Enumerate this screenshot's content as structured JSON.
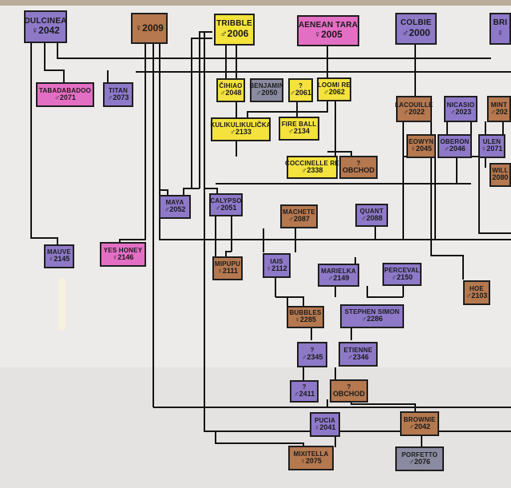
{
  "nodes": {
    "dulcinea": {
      "name": "DULCINEA",
      "id": "♀2042",
      "color": "p"
    },
    "top_2009": {
      "name": "",
      "id": "♀2009",
      "color": "o"
    },
    "tribble": {
      "name": "TRIBBLE",
      "id": "♂2006",
      "color": "y"
    },
    "aenean_tara": {
      "name": "AENEAN TARA",
      "id": "♀2005",
      "color": "k"
    },
    "colbie": {
      "name": "COLBIE",
      "id": "♂2000",
      "color": "p"
    },
    "bri": {
      "name": "BRI",
      "id": "♀",
      "color": "p"
    },
    "tabadabadoo": {
      "name": "TABADABADOO",
      "id": "♂2071",
      "color": "k"
    },
    "titan": {
      "name": "TITAN",
      "id": "♂2073",
      "color": "p"
    },
    "cihiao": {
      "name": "ČIHIAO",
      "id": "♂2048",
      "color": "y"
    },
    "benjamin": {
      "name": "BENJAMIN",
      "id": "♂2050",
      "color": "g"
    },
    "q2061": {
      "name": "?",
      "id": "♂2061",
      "color": "y"
    },
    "loomi_re": {
      "name": "LOOMI RE",
      "id": "♂2062",
      "color": "y"
    },
    "lacouille": {
      "name": "LACOUILLE",
      "id": "♂2022",
      "color": "o"
    },
    "nicasio": {
      "name": "NICASIO",
      "id": "♂2023",
      "color": "p"
    },
    "mint": {
      "name": "MINT",
      "id": "♂202",
      "color": "o"
    },
    "kulikulikulicka": {
      "name": "KULIKULIKULIČKA",
      "id": "♂2133",
      "color": "k"
    },
    "fire_ball": {
      "name": "FIRE BALL",
      "id": "♂2134",
      "color": "y"
    },
    "eowyn": {
      "name": "EOWYN",
      "id": "♀2045",
      "color": "o"
    },
    "oberon": {
      "name": "OBERON",
      "id": "♂2046",
      "color": "p"
    },
    "ulen": {
      "name": "ULEN",
      "id": "♀2071",
      "color": "p"
    },
    "coccinelle_re": {
      "name": "COCCINELLE RE",
      "id": "♂2338",
      "color": "y"
    },
    "q_obchod_top": {
      "name": "?",
      "id": "OBCHOD",
      "color": "o"
    },
    "will": {
      "name": "WILL",
      "id": "2080",
      "color": "o"
    },
    "maya": {
      "name": "MAYA",
      "id": "♂2052",
      "color": "p"
    },
    "calypso": {
      "name": "CALYPSO",
      "id": "♂2051",
      "color": "p"
    },
    "machete": {
      "name": "MACHETE",
      "id": "♂2087",
      "color": "o"
    },
    "quant": {
      "name": "QUANT",
      "id": "♂2088",
      "color": "p"
    },
    "mauve": {
      "name": "MAUVE",
      "id": "♀2145",
      "color": "p"
    },
    "yes_honey": {
      "name": "YES HONEY",
      "id": "♀2146",
      "color": "k"
    },
    "mipupu": {
      "name": "MIPUPU",
      "id": "♀2111",
      "color": "o"
    },
    "iais": {
      "name": "IAIS",
      "id": "♀2112",
      "color": "p"
    },
    "marielka": {
      "name": "MARIELKA",
      "id": "♂2149",
      "color": "p"
    },
    "perceval": {
      "name": "PERCEVAL",
      "id": "♂2150",
      "color": "p"
    },
    "hoe": {
      "name": "HOE",
      "id": "♂2103",
      "color": "o"
    },
    "bubbles": {
      "name": "BUBBLES",
      "id": "♀2285",
      "color": "o"
    },
    "stephen_simon": {
      "name": "STEPHEN SIMON",
      "id": "♂2286",
      "color": "p"
    },
    "q2345": {
      "name": "?",
      "id": "♂2345",
      "color": "p"
    },
    "etienne": {
      "name": "ETIENNE",
      "id": "♂2346",
      "color": "p"
    },
    "q2411": {
      "name": "?",
      "id": "♂2411",
      "color": "p"
    },
    "q_obchod_bottom": {
      "name": "?",
      "id": "OBCHOD",
      "color": "o"
    },
    "pucia": {
      "name": "PUCIA",
      "id": "♀2041",
      "color": "p"
    },
    "brownie": {
      "name": "BROWNIE",
      "id": "♂2042",
      "color": "o"
    },
    "mixitella": {
      "name": "MIXITELLA",
      "id": "♀2075",
      "color": "o"
    },
    "porfetto": {
      "name": "PORFETTO",
      "id": "♂2076",
      "color": "g"
    }
  }
}
